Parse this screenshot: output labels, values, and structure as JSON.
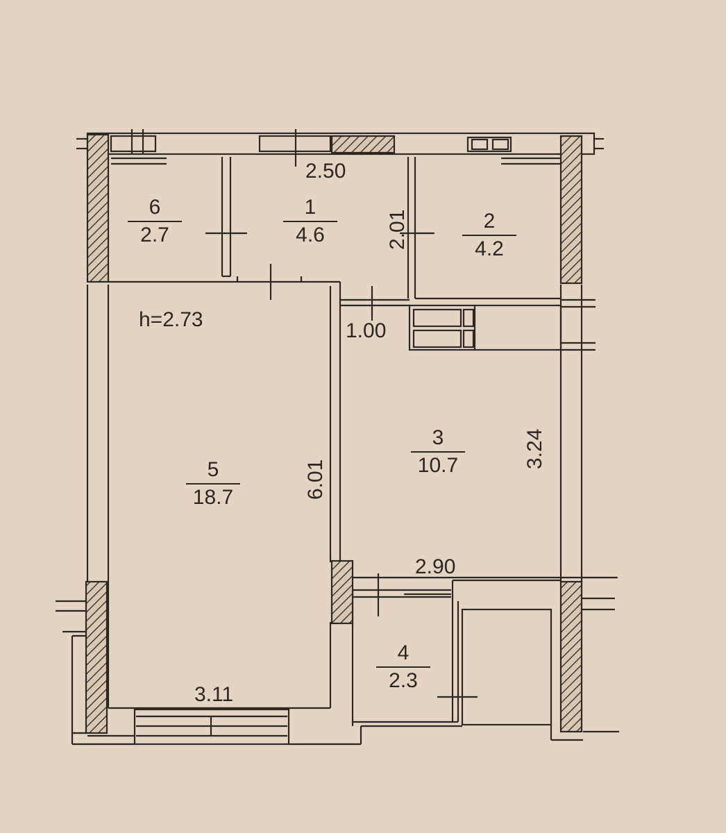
{
  "plan": {
    "ceiling_height": "h=2.73",
    "rooms": [
      {
        "id": "6",
        "number": "6",
        "area": "2.7"
      },
      {
        "id": "1",
        "number": "1",
        "area": "4.6"
      },
      {
        "id": "2",
        "number": "2",
        "area": "4.2"
      },
      {
        "id": "5",
        "number": "5",
        "area": "18.7"
      },
      {
        "id": "3",
        "number": "3",
        "area": "10.7"
      },
      {
        "id": "4",
        "number": "4",
        "area": "2.3"
      }
    ],
    "dimensions": {
      "top_width": "2.50",
      "room1_height": "2.01",
      "corridor_width": "1.00",
      "living_length": "6.01",
      "kitchen_height": "3.24",
      "kitchen_width": "2.90",
      "living_width": "3.11"
    },
    "colors": {
      "paper": "#e3d5c1",
      "ink": "#2b2723",
      "hatch_fill": "#d9c8b1"
    }
  }
}
